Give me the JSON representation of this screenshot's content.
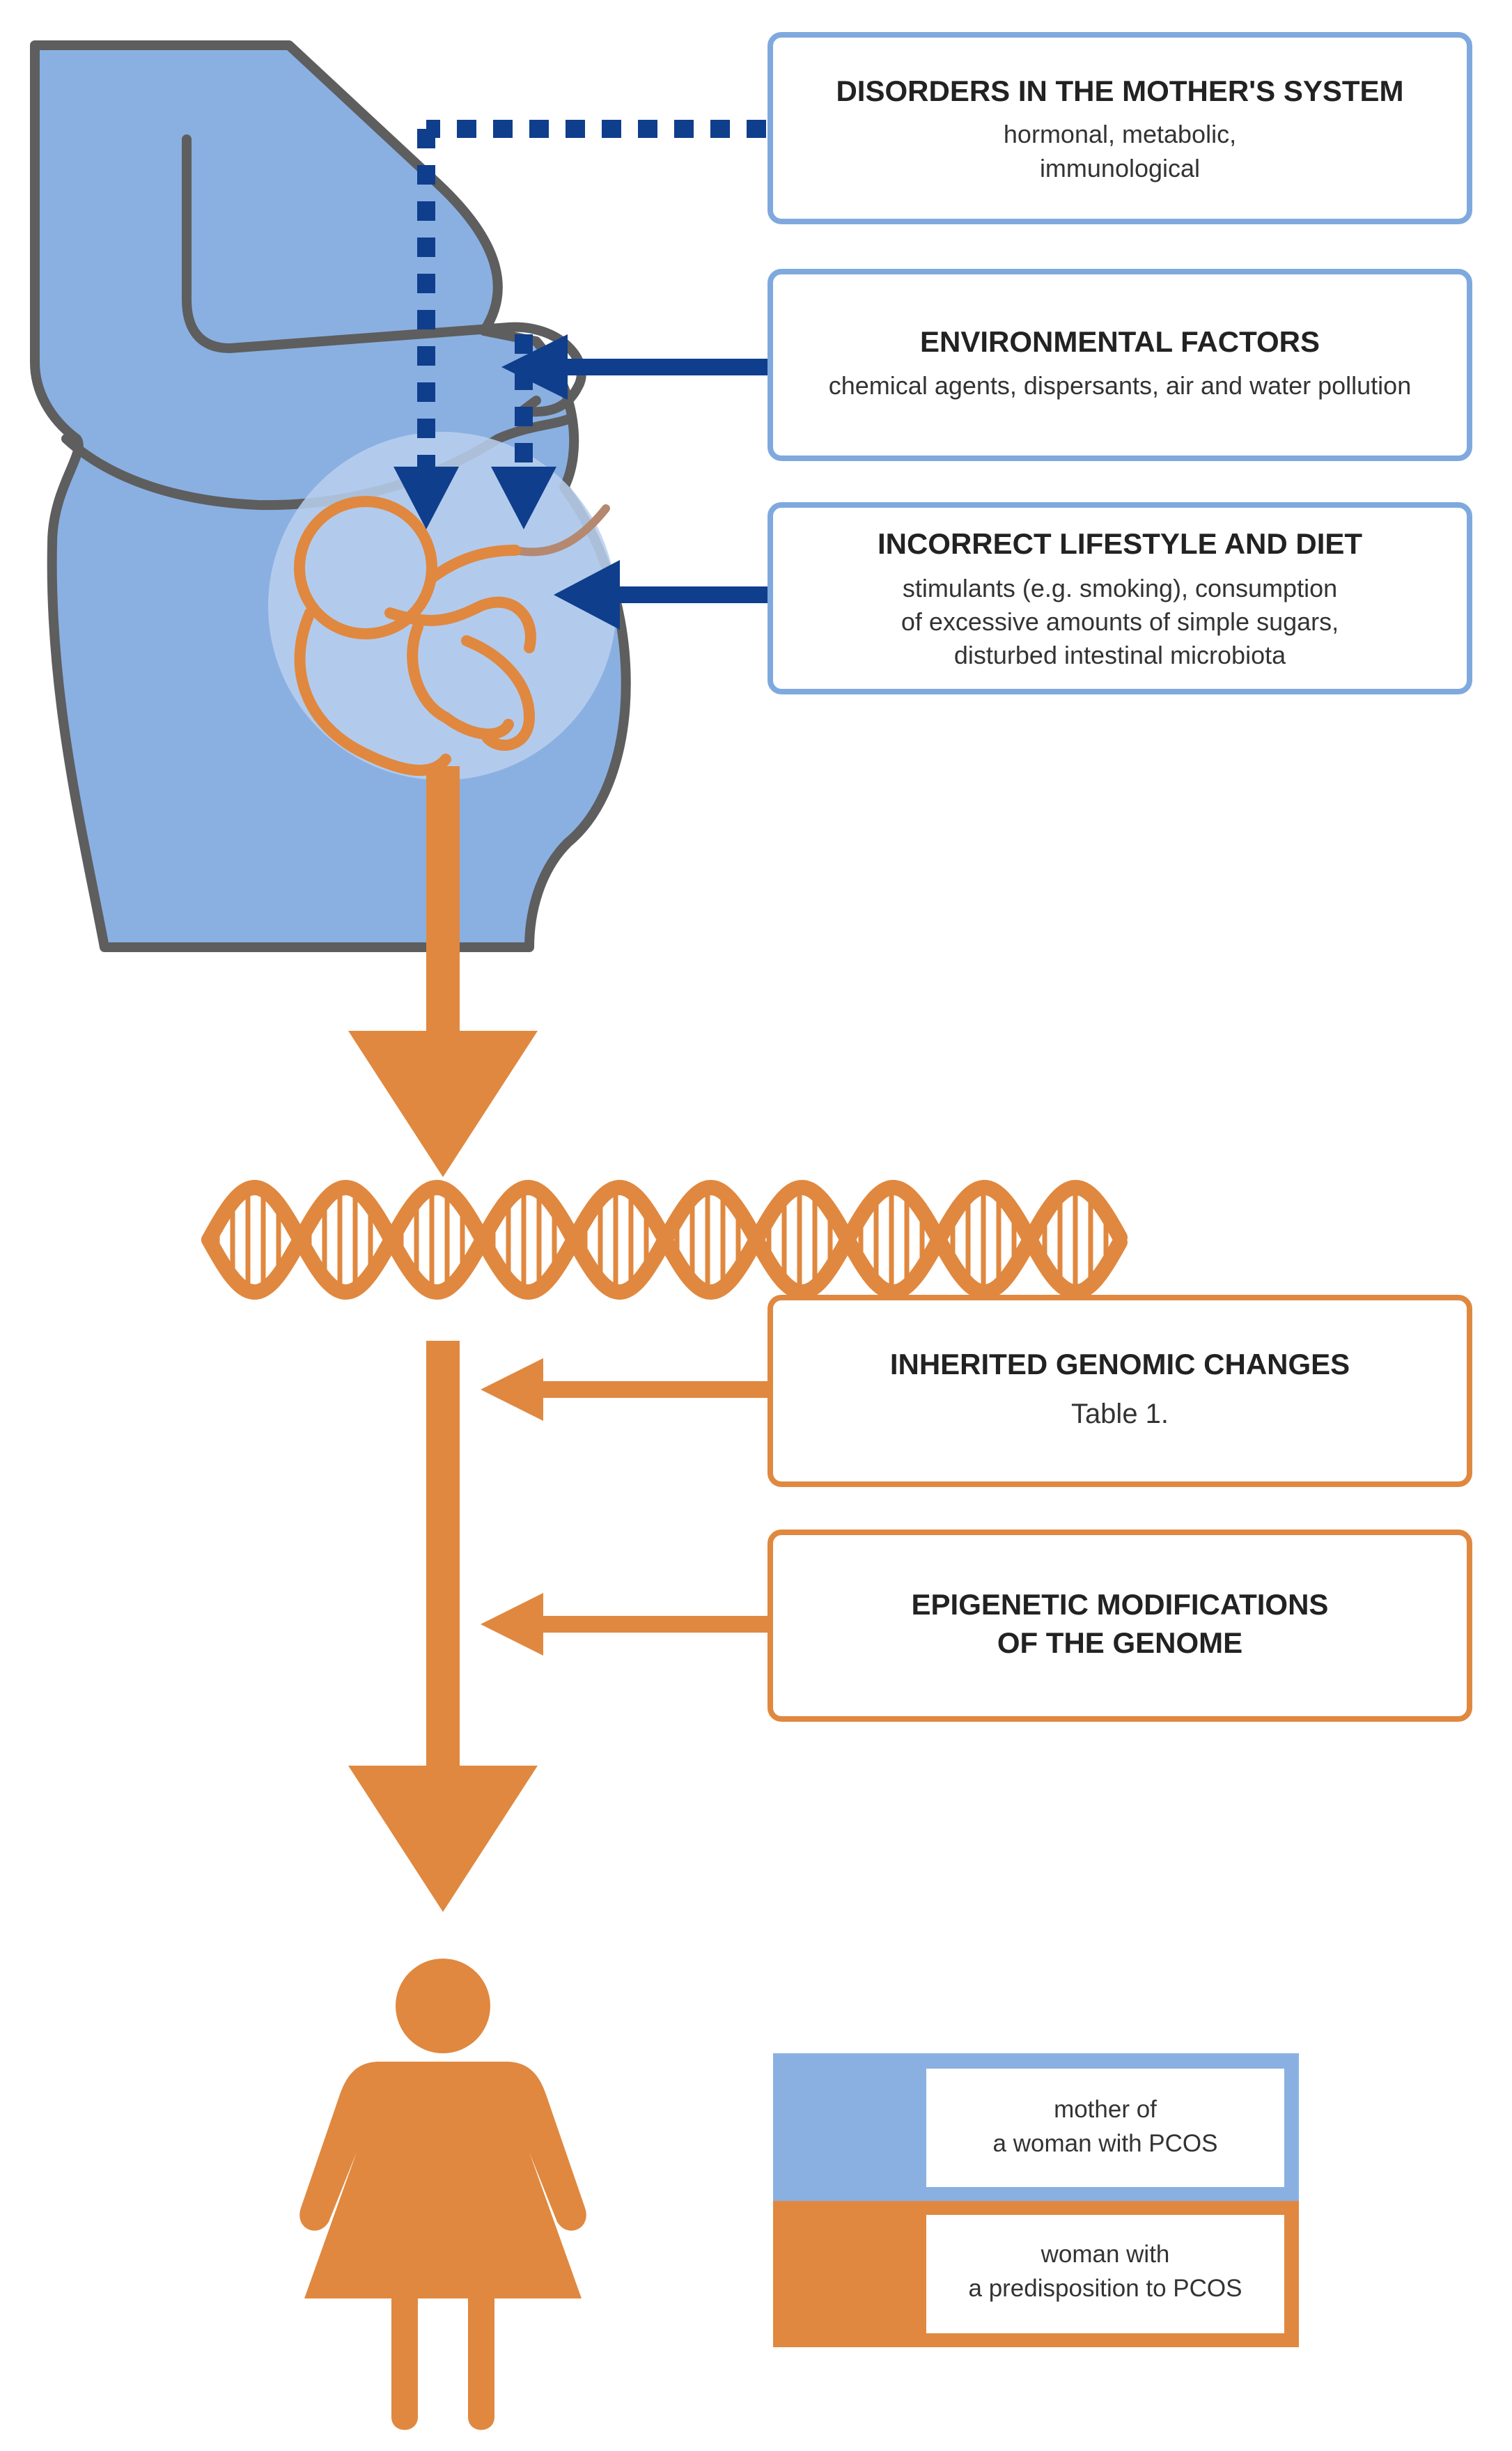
{
  "colors": {
    "mother_blue": "#8ab0e2",
    "mother_blue_light": "#b9d0ef",
    "outline_gray": "#5e5e5e",
    "arrow_navy": "#0f3e8c",
    "box_blue_border": "#7fa9de",
    "orange": "#e0883f",
    "text_dark": "#222222"
  },
  "factors": [
    {
      "title": "DISORDERS IN THE MOTHER'S SYSTEM",
      "lines": [
        "hormonal, metabolic,",
        "immunological"
      ]
    },
    {
      "title": "ENVIRONMENTAL FACTORS",
      "lines": [
        "chemical agents, dispersants, air and water pollution"
      ]
    },
    {
      "title": "INCORRECT LIFESTYLE AND DIET",
      "lines": [
        "stimulants (e.g. smoking), consumption",
        "of excessive amounts of simple sugars,",
        "disturbed intestinal microbiota"
      ]
    }
  ],
  "genomic": [
    {
      "lines": [
        "INHERITED GENOMIC CHANGES"
      ],
      "sub": "Table 1."
    },
    {
      "lines": [
        "EPIGENETIC MODIFICATIONS",
        "OF THE GENOME"
      ],
      "sub": ""
    }
  ],
  "legend": [
    {
      "lines": [
        "mother of",
        "a woman with PCOS"
      ],
      "color_key": "mother_blue"
    },
    {
      "lines": [
        "woman with",
        "a predisposition to PCOS"
      ],
      "color_key": "orange"
    }
  ],
  "icons": {
    "mother": "pregnant-mother-silhouette-icon",
    "fetus": "fetus-icon",
    "dna": "dna-helix-icon",
    "woman": "woman-figure-icon"
  }
}
